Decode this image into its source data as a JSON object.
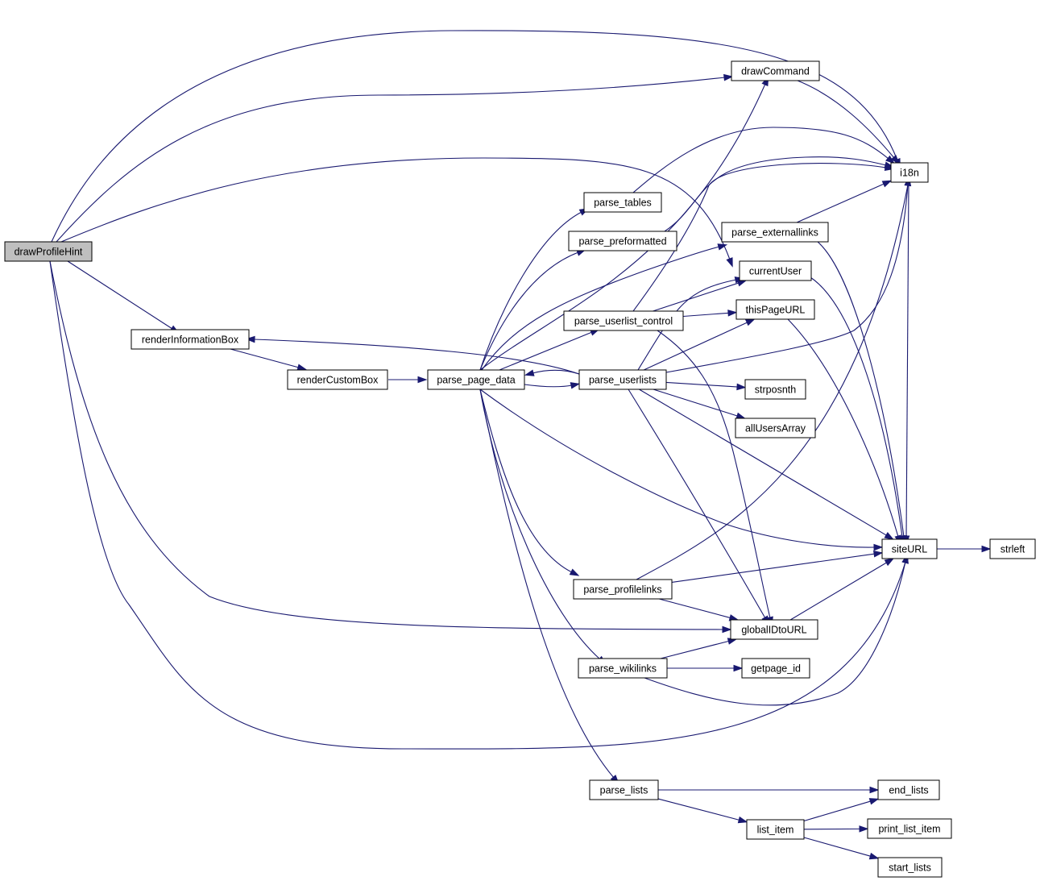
{
  "nodes": [
    {
      "id": "drawProfileHint",
      "label": "drawProfileHint",
      "root": true
    },
    {
      "id": "renderInformationBox",
      "label": "renderInformationBox"
    },
    {
      "id": "renderCustomBox",
      "label": "renderCustomBox"
    },
    {
      "id": "parse_page_data",
      "label": "parse_page_data"
    },
    {
      "id": "parse_userlists",
      "label": "parse_userlists"
    },
    {
      "id": "parse_userlist_control",
      "label": "parse_userlist_control"
    },
    {
      "id": "parse_tables",
      "label": "parse_tables"
    },
    {
      "id": "parse_preformatted",
      "label": "parse_preformatted"
    },
    {
      "id": "parse_externallinks",
      "label": "parse_externallinks"
    },
    {
      "id": "drawCommand",
      "label": "drawCommand"
    },
    {
      "id": "i18n",
      "label": "i18n"
    },
    {
      "id": "currentUser",
      "label": "currentUser"
    },
    {
      "id": "thisPageURL",
      "label": "thisPageURL"
    },
    {
      "id": "strposnth",
      "label": "strposnth"
    },
    {
      "id": "allUsersArray",
      "label": "allUsersArray"
    },
    {
      "id": "siteURL",
      "label": "siteURL"
    },
    {
      "id": "strleft",
      "label": "strleft"
    },
    {
      "id": "parse_profilelinks",
      "label": "parse_profilelinks"
    },
    {
      "id": "globalIDtoURL",
      "label": "globalIDtoURL"
    },
    {
      "id": "parse_wikilinks",
      "label": "parse_wikilinks"
    },
    {
      "id": "getpage_id",
      "label": "getpage_id"
    },
    {
      "id": "parse_lists",
      "label": "parse_lists"
    },
    {
      "id": "end_lists",
      "label": "end_lists"
    },
    {
      "id": "list_item",
      "label": "list_item"
    },
    {
      "id": "print_list_item",
      "label": "print_list_item"
    },
    {
      "id": "start_lists",
      "label": "start_lists"
    }
  ],
  "edges": [
    {
      "from": "drawProfileHint",
      "to": "i18n"
    },
    {
      "from": "drawProfileHint",
      "to": "drawCommand"
    },
    {
      "from": "drawProfileHint",
      "to": "currentUser"
    },
    {
      "from": "drawProfileHint",
      "to": "renderInformationBox"
    },
    {
      "from": "drawProfileHint",
      "to": "globalIDtoURL"
    },
    {
      "from": "drawProfileHint",
      "to": "siteURL"
    },
    {
      "from": "renderInformationBox",
      "to": "renderCustomBox"
    },
    {
      "from": "renderCustomBox",
      "to": "parse_page_data"
    },
    {
      "from": "parse_page_data",
      "to": "parse_tables"
    },
    {
      "from": "parse_page_data",
      "to": "parse_preformatted"
    },
    {
      "from": "parse_page_data",
      "to": "drawCommand"
    },
    {
      "from": "parse_page_data",
      "to": "parse_externallinks"
    },
    {
      "from": "parse_page_data",
      "to": "parse_userlist_control"
    },
    {
      "from": "parse_page_data",
      "to": "parse_userlists"
    },
    {
      "from": "parse_page_data",
      "to": "siteURL"
    },
    {
      "from": "parse_page_data",
      "to": "parse_profilelinks"
    },
    {
      "from": "parse_page_data",
      "to": "parse_wikilinks"
    },
    {
      "from": "parse_page_data",
      "to": "parse_lists"
    },
    {
      "from": "parse_userlists",
      "to": "parse_page_data"
    },
    {
      "from": "parse_userlists",
      "to": "renderInformationBox"
    },
    {
      "from": "parse_userlists",
      "to": "currentUser"
    },
    {
      "from": "parse_userlists",
      "to": "thisPageURL"
    },
    {
      "from": "parse_userlists",
      "to": "i18n"
    },
    {
      "from": "parse_userlists",
      "to": "strposnth"
    },
    {
      "from": "parse_userlists",
      "to": "allUsersArray"
    },
    {
      "from": "parse_userlists",
      "to": "siteURL"
    },
    {
      "from": "parse_userlists",
      "to": "globalIDtoURL"
    },
    {
      "from": "parse_userlist_control",
      "to": "i18n"
    },
    {
      "from": "parse_userlist_control",
      "to": "currentUser"
    },
    {
      "from": "parse_userlist_control",
      "to": "thisPageURL"
    },
    {
      "from": "parse_userlist_control",
      "to": "globalIDtoURL"
    },
    {
      "from": "parse_tables",
      "to": "i18n"
    },
    {
      "from": "parse_preformatted",
      "to": "i18n"
    },
    {
      "from": "parse_externallinks",
      "to": "i18n"
    },
    {
      "from": "parse_externallinks",
      "to": "siteURL"
    },
    {
      "from": "drawCommand",
      "to": "i18n"
    },
    {
      "from": "currentUser",
      "to": "siteURL"
    },
    {
      "from": "thisPageURL",
      "to": "siteURL"
    },
    {
      "from": "i18n",
      "to": "siteURL"
    },
    {
      "from": "siteURL",
      "to": "strleft"
    },
    {
      "from": "parse_profilelinks",
      "to": "i18n"
    },
    {
      "from": "parse_profilelinks",
      "to": "siteURL"
    },
    {
      "from": "parse_profilelinks",
      "to": "globalIDtoURL"
    },
    {
      "from": "globalIDtoURL",
      "to": "siteURL"
    },
    {
      "from": "parse_wikilinks",
      "to": "globalIDtoURL"
    },
    {
      "from": "parse_wikilinks",
      "to": "getpage_id"
    },
    {
      "from": "parse_wikilinks",
      "to": "siteURL"
    },
    {
      "from": "parse_lists",
      "to": "end_lists"
    },
    {
      "from": "parse_lists",
      "to": "list_item"
    },
    {
      "from": "list_item",
      "to": "end_lists"
    },
    {
      "from": "list_item",
      "to": "print_list_item"
    },
    {
      "from": "list_item",
      "to": "start_lists"
    }
  ]
}
